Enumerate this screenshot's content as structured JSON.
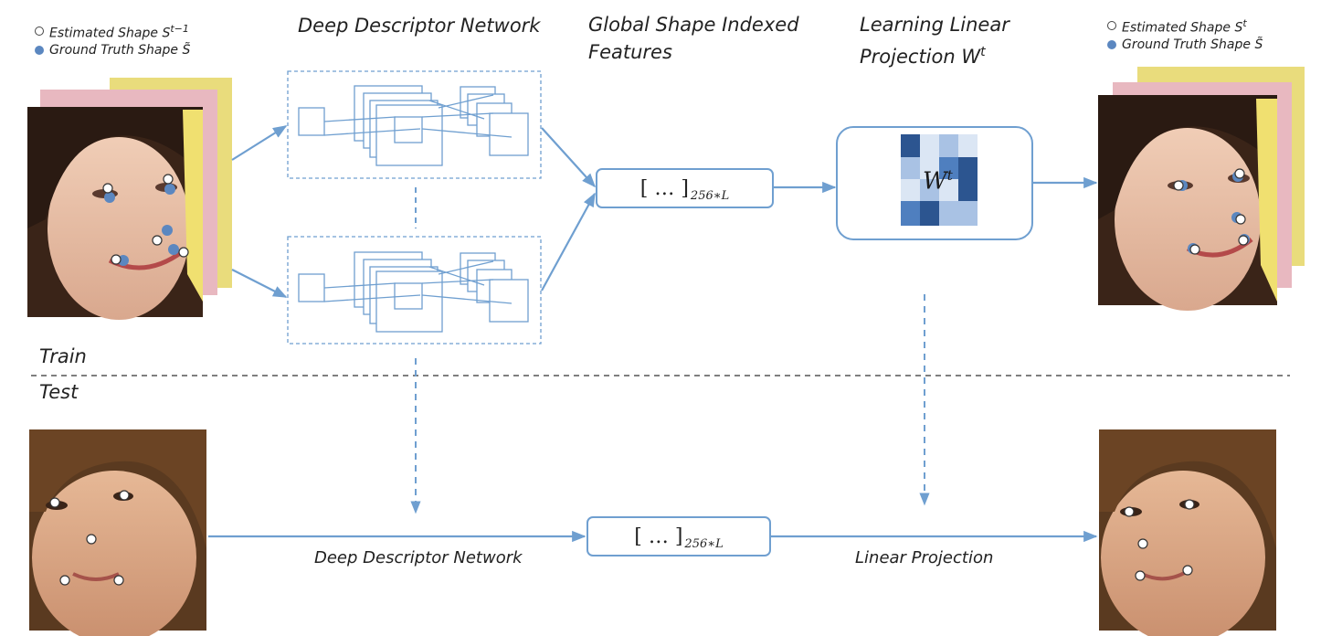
{
  "legend_left": {
    "estimated": "Estimated Shape S",
    "estimated_sup": "t−1",
    "ground_truth": "Ground Truth Shape S̃"
  },
  "legend_right": {
    "estimated": "Estimated Shape S",
    "estimated_sup": "t",
    "ground_truth": "Ground Truth Shape S̃"
  },
  "headings": {
    "deep_descriptor": "Deep Descriptor Network",
    "global_features_line1": "Global Shape Indexed",
    "global_features_line2": "Features",
    "learning_line1": "Learning Linear",
    "learning_line2": "Projection W",
    "learning_sup": "t"
  },
  "sections": {
    "train": "Train",
    "test": "Test"
  },
  "feature_vector": {
    "text": "[ … ]",
    "subscript": "256∗L"
  },
  "matrix_label": "W",
  "matrix_sup": "t",
  "bottom_labels": {
    "deep_descriptor": "Deep Descriptor Network",
    "linear_projection": "Linear Projection"
  },
  "colors": {
    "arrow": "#6f9fd0",
    "box_border": "#6f9fd0",
    "matrix_dark": "#2c5590",
    "matrix_mid": "#4f7fbf",
    "matrix_light": "#a9c2e4",
    "matrix_pale": "#dbe6f4",
    "landmark_blue": "#5b87c0"
  }
}
